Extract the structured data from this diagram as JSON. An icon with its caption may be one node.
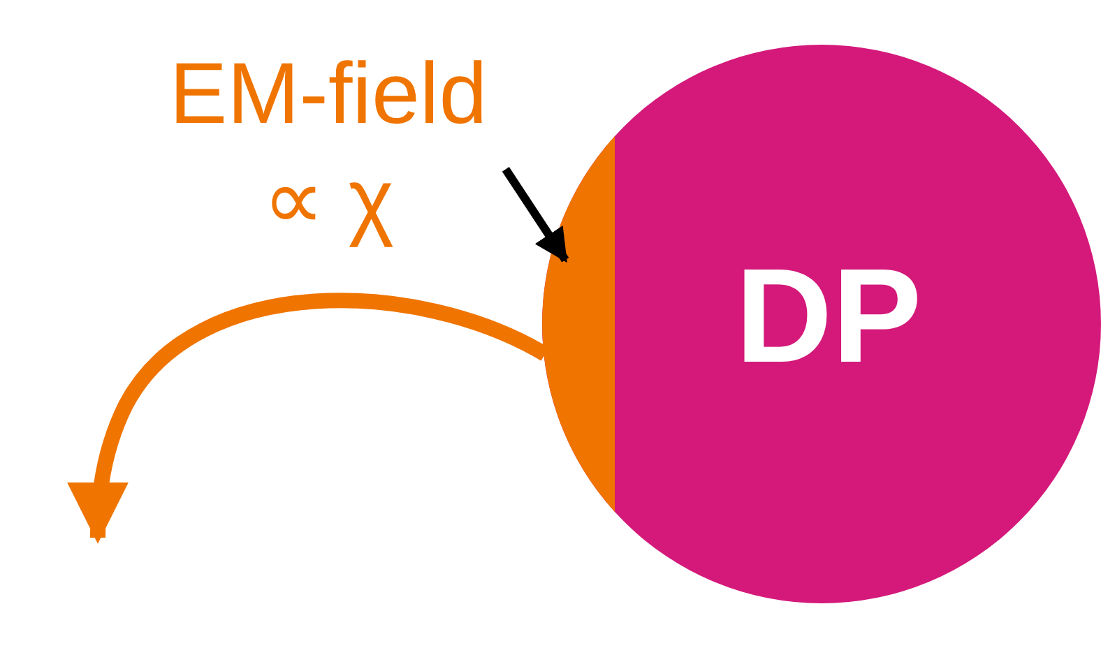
{
  "diagram": {
    "nodes": [
      {
        "text": [
          "EM-field ∝ χ"
        ]
      },
      {
        "text": [
          "DP"
        ]
      },
      {
        "text": [],
        "shape": "bar",
        "in": 1
      }
    ],
    "edges": [
      {
        "from": 0,
        "to": 2,
        "arrow": "to"
      },
      {
        "from": 2,
        "to": null,
        "arrow": "to",
        "style": "thick",
        "color": "#f07400"
      }
    ]
  }
}
